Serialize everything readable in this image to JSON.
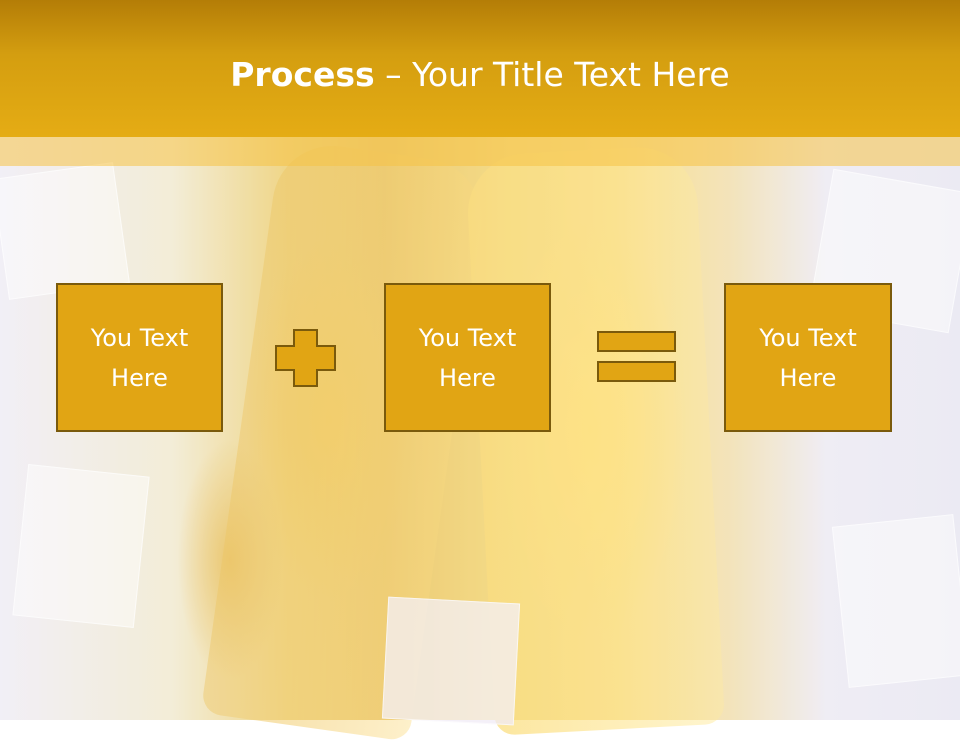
{
  "slide": {
    "title_bold": "Process",
    "title_rest": " – Your Title Text Here",
    "boxes": [
      {
        "text": "You Text\nHere"
      },
      {
        "text": "You Text\nHere"
      },
      {
        "text": "You Text\nHere"
      }
    ],
    "operators": [
      "plus-icon",
      "equals-icon"
    ]
  },
  "colors": {
    "header": "#d49e10",
    "box_fill": "#e1a514",
    "box_border": "#7a5a0c",
    "text": "#ffffff"
  }
}
